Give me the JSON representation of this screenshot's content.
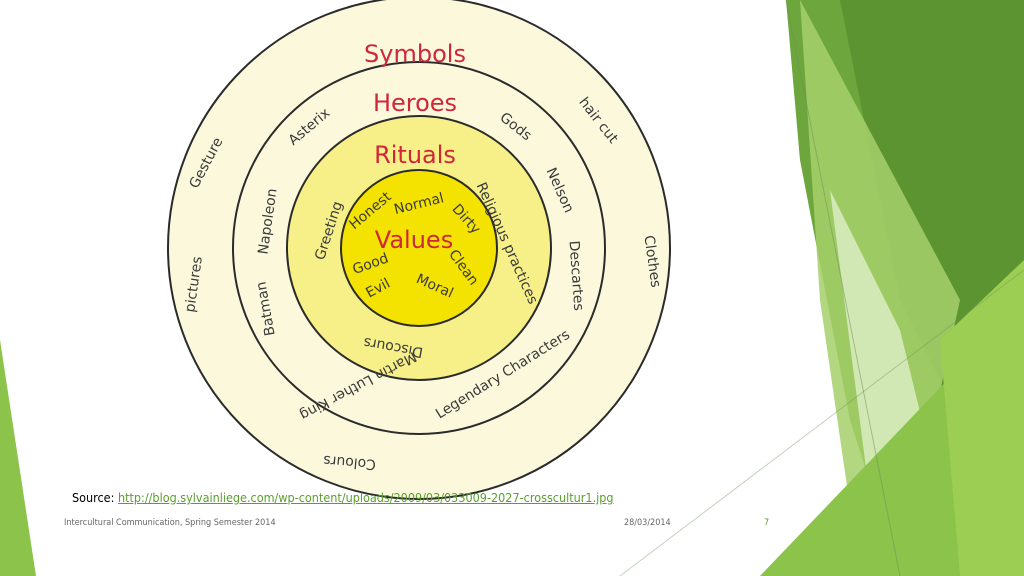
{
  "diagram": {
    "layers": [
      {
        "title": "Symbols",
        "items": [
          "Gesture",
          "pictures",
          "hair cut",
          "Clothes",
          "Colours"
        ]
      },
      {
        "title": "Heroes",
        "items": [
          "Asterix",
          "Gods",
          "Napoleon",
          "Nelson",
          "Batman",
          "Descartes",
          "Martin Luther King",
          "Legendary Characters"
        ]
      },
      {
        "title": "Rituals",
        "items": [
          "Greeting",
          "Religious practices",
          "Discours"
        ]
      },
      {
        "title": "Values",
        "items": [
          "Honest",
          "Normal",
          "Dirty",
          "Good",
          "Clean",
          "Evil",
          "Moral"
        ]
      }
    ],
    "colors": {
      "outer_ring": "#fbf8dc",
      "heroes_ring": "#fbf8dc",
      "rituals_ring": "#f7f088",
      "values_core": "#f4e300",
      "title_red": "#d0263a",
      "stroke": "#2b2b2b"
    }
  },
  "source": {
    "label": "Source:",
    "url": "http://blog.sylvainliege.com/wp-content/uploads/2009/03/033009-2027-crosscultur1.jpg"
  },
  "footer": {
    "course": "Intercultural Communication, Spring Semester 2014",
    "date": "28/03/2014",
    "page": "7"
  },
  "theme": {
    "green_dark": "#5f9a32",
    "green_mid": "#7ab83a",
    "green_light": "#c9e3a0"
  }
}
